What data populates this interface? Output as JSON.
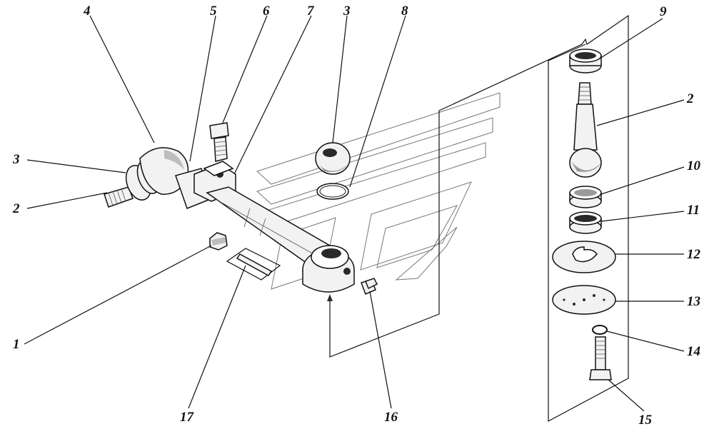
{
  "callouts": [
    {
      "id": "c1",
      "text": "1"
    },
    {
      "id": "c2a",
      "text": "2"
    },
    {
      "id": "c2b",
      "text": "2"
    },
    {
      "id": "c3a",
      "text": "3"
    },
    {
      "id": "c3b",
      "text": "3"
    },
    {
      "id": "c4",
      "text": "4"
    },
    {
      "id": "c5",
      "text": "5"
    },
    {
      "id": "c6",
      "text": "6"
    },
    {
      "id": "c7",
      "text": "7"
    },
    {
      "id": "c8",
      "text": "8"
    },
    {
      "id": "c9",
      "text": "9"
    },
    {
      "id": "c10",
      "text": "10"
    },
    {
      "id": "c11",
      "text": "11"
    },
    {
      "id": "c12",
      "text": "12"
    },
    {
      "id": "c13",
      "text": "13"
    },
    {
      "id": "c14",
      "text": "14"
    },
    {
      "id": "c15",
      "text": "15"
    },
    {
      "id": "c16",
      "text": "16"
    },
    {
      "id": "c17",
      "text": "17"
    }
  ]
}
